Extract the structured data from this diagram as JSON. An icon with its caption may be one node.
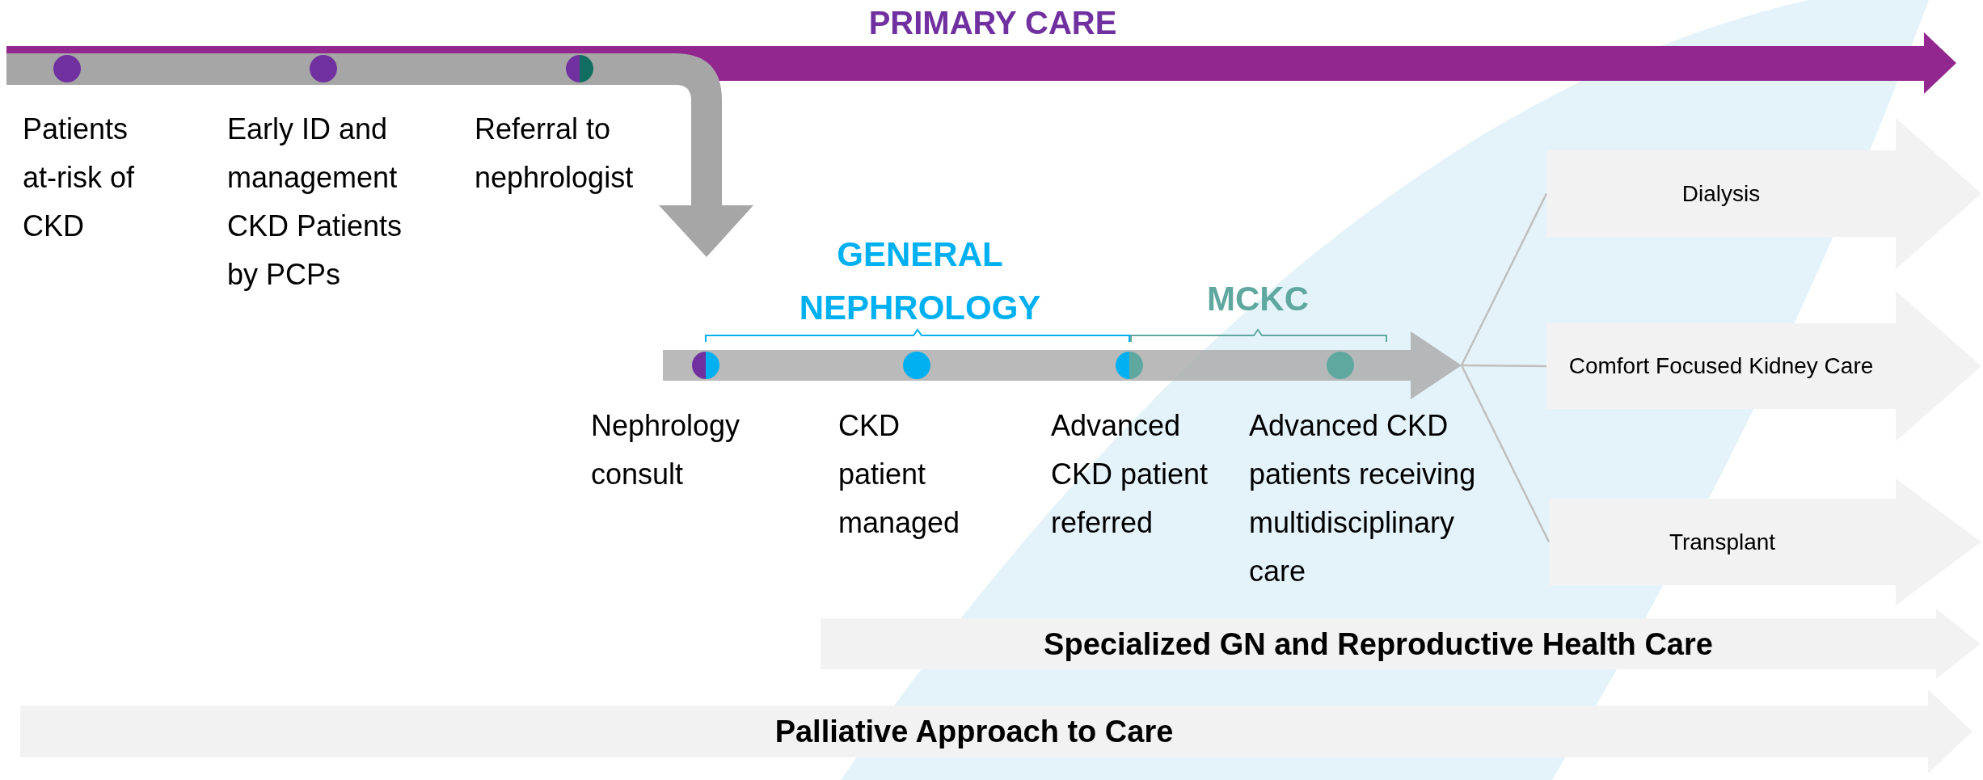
{
  "diagram": {
    "nodes": [
      {
        "text": [],
        "shape": "arrow"
      },
      {
        "text": [
          "Dialysis"
        ]
      },
      {
        "text": [
          "Comfort Focused Kidney Care"
        ]
      },
      {
        "text": [
          "Transplant"
        ]
      },
      {
        "text": [
          "Specialized GN and Reproductive Health Care"
        ]
      },
      {
        "text": [
          "Palliative Approach to Care"
        ]
      }
    ],
    "edges": [
      {
        "from": 0,
        "to": 1,
        "arrow": "none"
      },
      {
        "from": 0,
        "to": 2,
        "arrow": "none"
      },
      {
        "from": 0,
        "to": 3,
        "arrow": "none"
      }
    ],
    "labels": [
      "PRIMARY CARE",
      "Patients at-risk of CKD",
      "Early ID and management CKD Patients by PCPs",
      "Referral to nephrologist",
      "GENERAL NEPHROLOGY",
      "MCKC",
      "Nephrology consult",
      "CKD patient managed",
      "Advanced CKD patient referred",
      "Advanced CKD patients receiving multidisciplinary care"
    ]
  }
}
